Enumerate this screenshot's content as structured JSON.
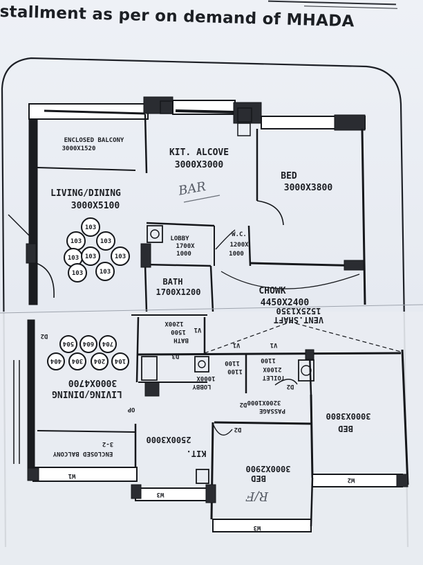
{
  "header": {
    "title": "stallment as per on demand of MHADA"
  },
  "upper_plan": {
    "enclosed_balcony": {
      "name": "ENCLOSED BALCONY",
      "size": "3000X1520"
    },
    "kit_alcove": {
      "name": "KIT. ALCOVE",
      "size": "3000X3000"
    },
    "handwritten": "BAR",
    "bed": {
      "name": "BED",
      "size": "3000X3800"
    },
    "living_dining": {
      "name": "LIVING/DINING",
      "size": "3000X5100"
    },
    "lobby": {
      "name": "LOBBY",
      "size1": "1700X",
      "size2": "1000"
    },
    "wc": {
      "name": "W.C.",
      "size1": "1200X",
      "size2": "1000"
    },
    "bath": {
      "name": "BATH",
      "size": "1700X1200"
    },
    "chowk": {
      "name": "CHOWK",
      "size": "4450X2400"
    },
    "table_marks": [
      "103",
      "103",
      "103",
      "103",
      "103",
      "103",
      "103",
      "103"
    ]
  },
  "lower_plan": {
    "vent_shaft": {
      "name": "VENT.SHAFT",
      "size": "1525X1350"
    },
    "bath": {
      "name": "BATH",
      "size1": "1200X",
      "size2": "1500"
    },
    "living_dining": {
      "name": "LIVING/DINING",
      "size": "3000X4700"
    },
    "toilet": {
      "name": "TOILET",
      "size1": "2100X",
      "size2": "1100"
    },
    "passage": {
      "name": "PASSAGE",
      "size": "3200X1000"
    },
    "bed_right": {
      "name": "BED",
      "size": "3000X3800"
    },
    "kit": {
      "name": "KIT.",
      "size": "2500X3000"
    },
    "bed_bottom": {
      "name": "BED",
      "size": "3000X2900"
    },
    "enclosed_balcony": {
      "name": "ENCLOSED BALCONY",
      "size": "3-2"
    },
    "handwritten": "R/F",
    "marks": {
      "d2_left": "D2",
      "op": "OP",
      "d2_passage": "D2",
      "d2_kit": "D2",
      "d2_bath": "D2",
      "d3": "D3",
      "w1": "W1",
      "w2": "W2",
      "w3": "W3",
      "w3b": "W3",
      "v1": "V1",
      "v1b": "V1",
      "v1c": "V1"
    },
    "wc_small": {
      "size1": "1100",
      "size2": "1100"
    },
    "lobby_small": {
      "name": "LOBBY",
      "size": "1000X"
    },
    "table_marks": [
      "504",
      "604",
      "704",
      "404",
      "304",
      "204",
      "104"
    ]
  }
}
